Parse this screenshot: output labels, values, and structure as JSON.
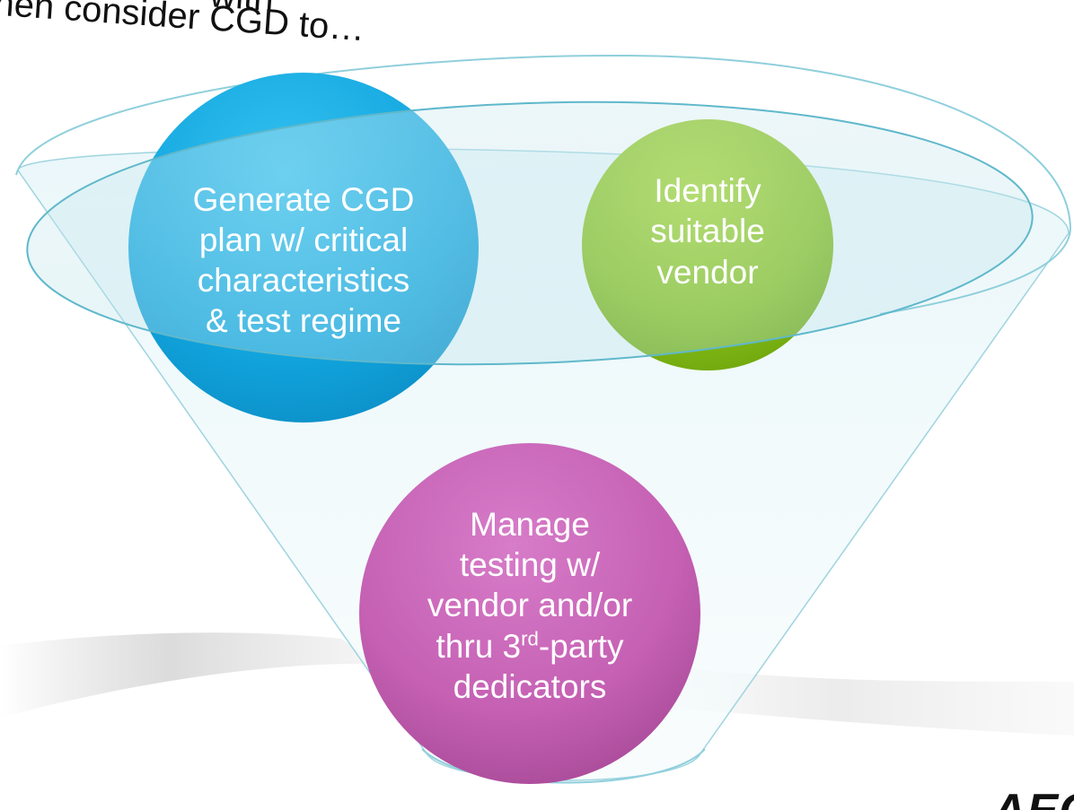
{
  "heading": {
    "text": "then consider CGD to…",
    "partial_top_text": "with"
  },
  "circles": {
    "generate": {
      "lines": [
        "Generate CGD",
        "plan w/ critical",
        "characteristics",
        "& test regime"
      ],
      "color": "#14a9e1"
    },
    "identify": {
      "lines": [
        "Identify",
        "suitable",
        "vendor"
      ],
      "color": "#8cc21b"
    },
    "manage": {
      "line1": "Manage",
      "line2": "testing w/",
      "line3": "vendor and/or",
      "line4_prefix": "thru 3",
      "line4_sup": "rd",
      "line4_suffix": "-party",
      "line5": "dedicators",
      "color": "#c764b6"
    }
  },
  "funnel": {
    "rim_color": "#a8dbe6",
    "body_color": "#d8eef3"
  },
  "logo": {
    "text": "AECOM"
  }
}
